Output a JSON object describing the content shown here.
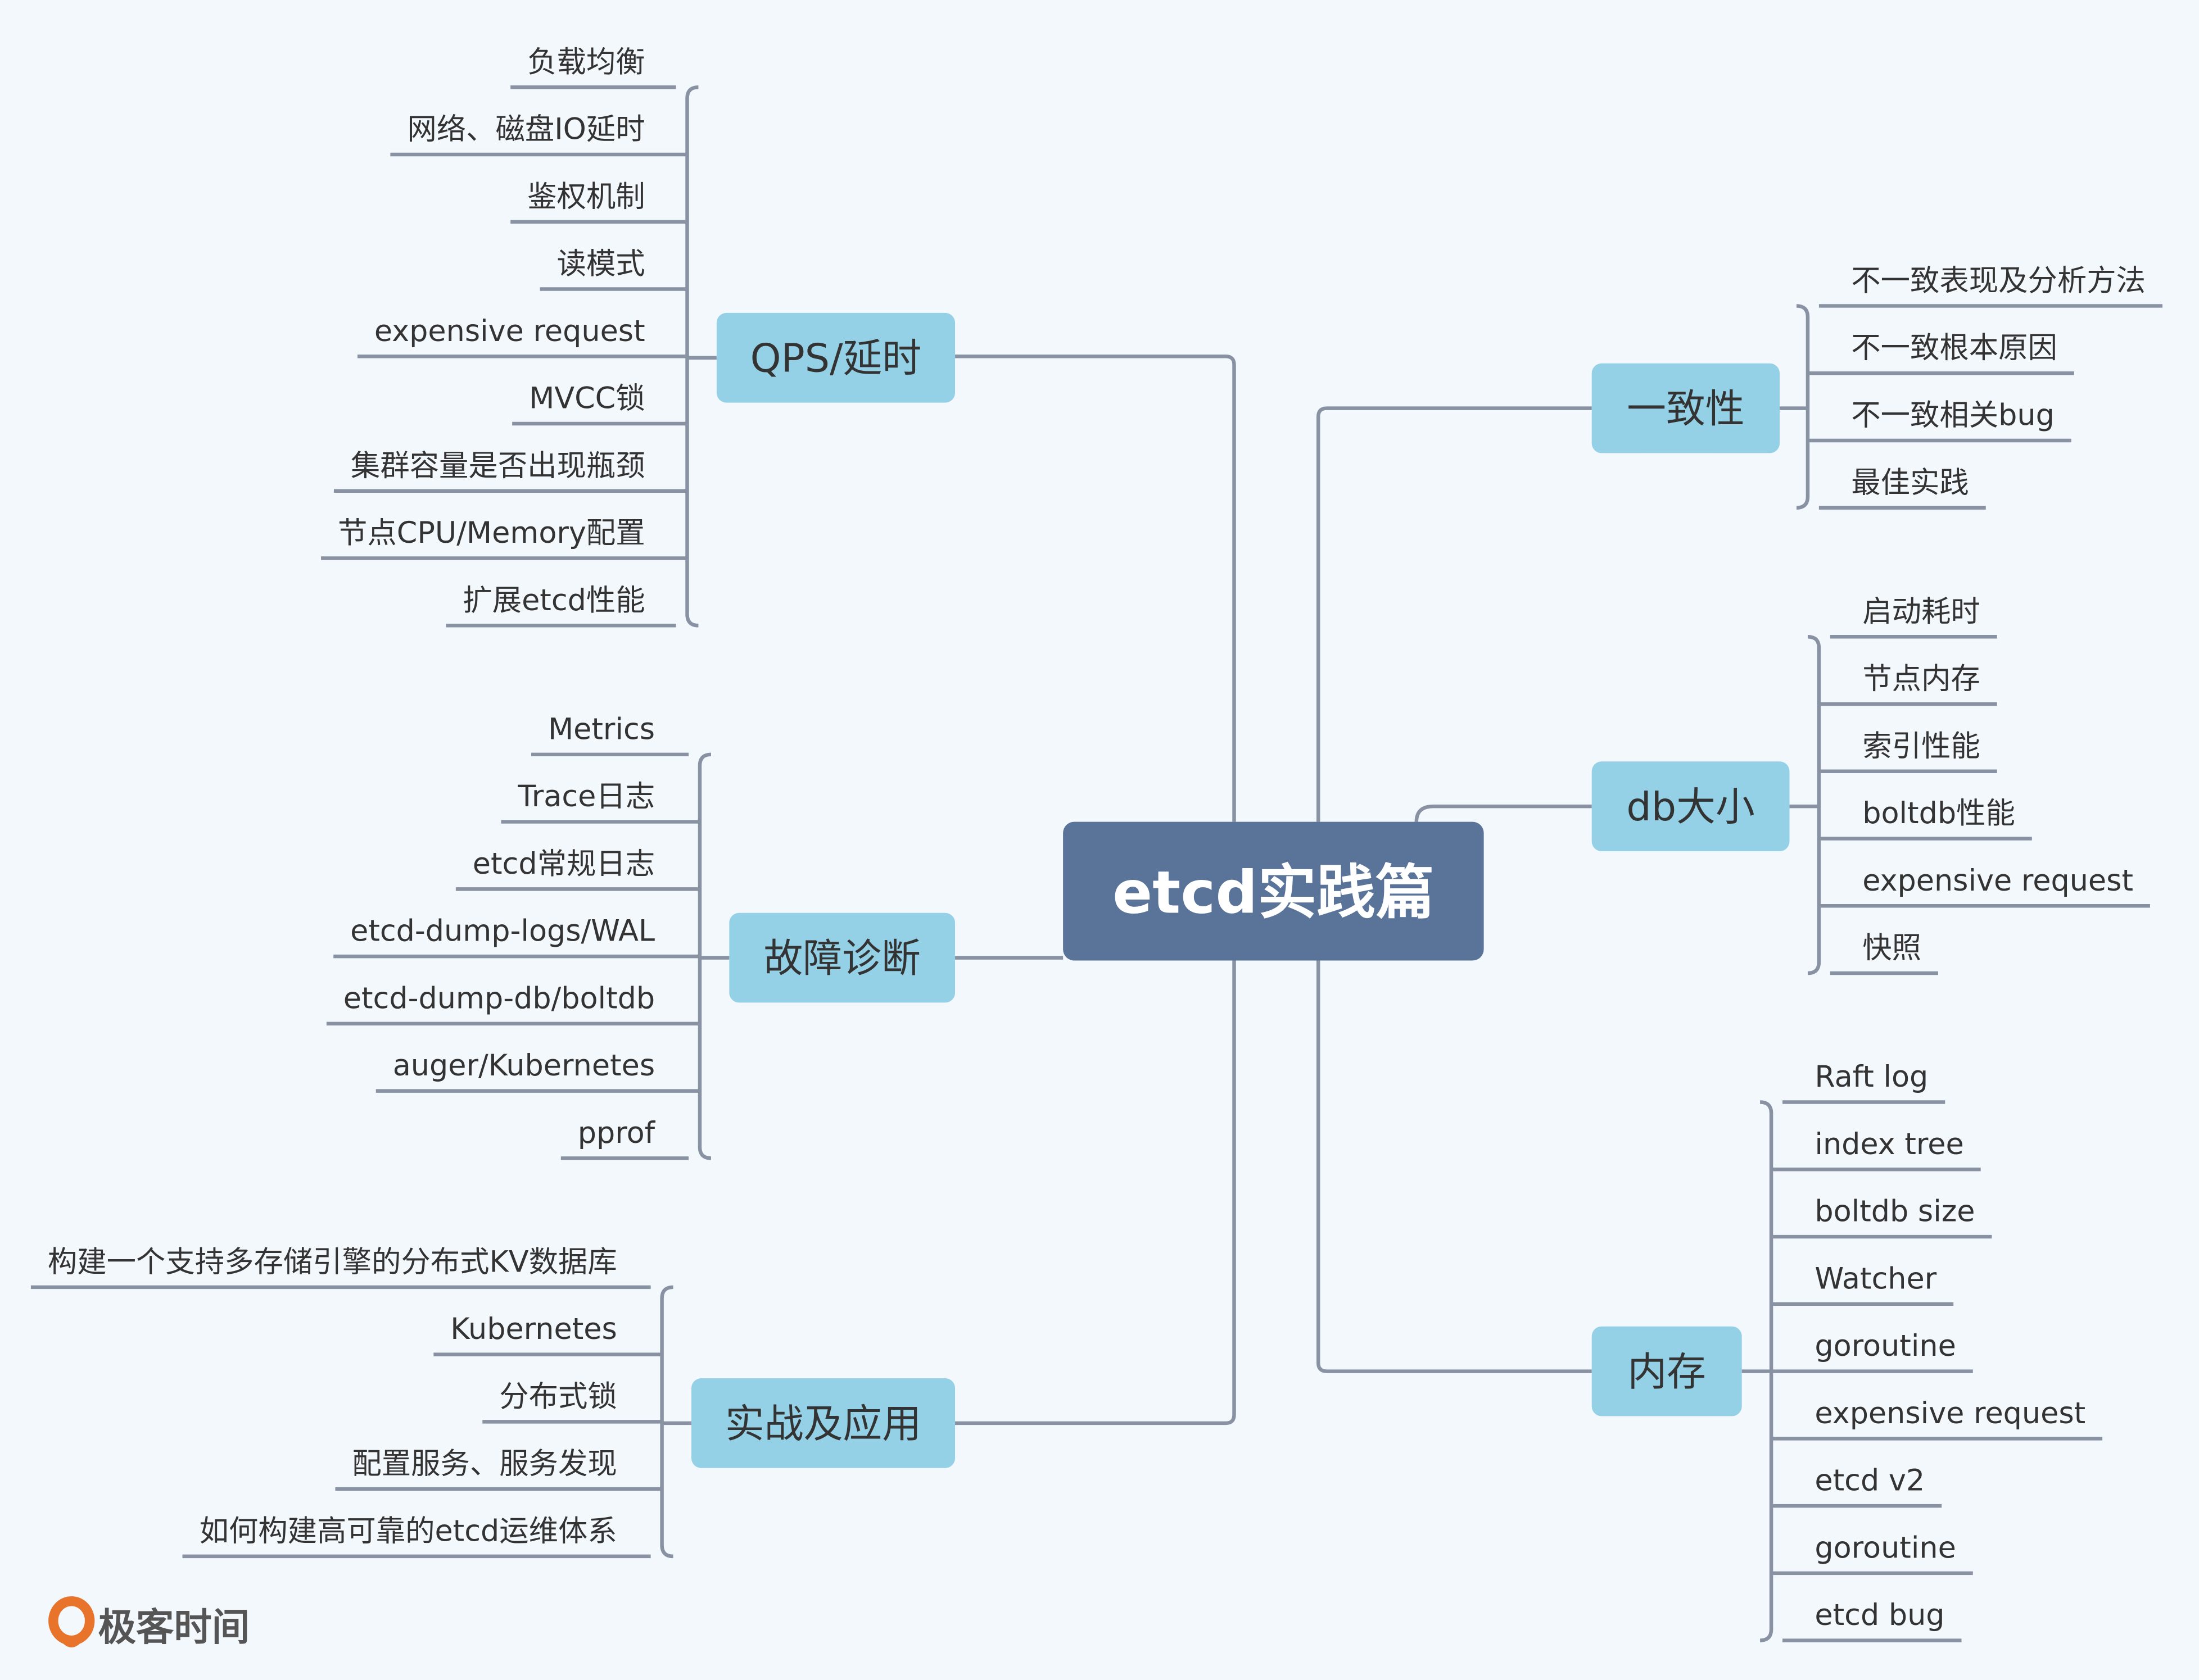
{
  "center": {
    "label": "etcd实践篇",
    "color": "#5a7399"
  },
  "node_color": "#94d0e6",
  "line_color": "#8892a3",
  "branches": [
    {
      "id": "qps",
      "label": "QPS/延时",
      "leaves": [
        "负载均衡",
        "网络、磁盘IO延时",
        "鉴权机制",
        "读模式",
        "expensive request",
        "MVCC锁",
        "集群容量是否出现瓶颈",
        "节点CPU/Memory配置",
        "扩展etcd性能"
      ]
    },
    {
      "id": "diagnosis",
      "label": "故障诊断",
      "leaves": [
        "Metrics",
        "Trace日志",
        "etcd常规日志",
        "etcd-dump-logs/WAL",
        "etcd-dump-db/boltdb",
        "auger/Kubernetes",
        "pprof"
      ]
    },
    {
      "id": "practice",
      "label": "实战及应用",
      "leaves": [
        "构建一个支持多存储引擎的分布式KV数据库",
        "Kubernetes",
        "分布式锁",
        "配置服务、服务发现",
        "如何构建高可靠的etcd运维体系"
      ]
    },
    {
      "id": "consistency",
      "label": "一致性",
      "leaves": [
        "不一致表现及分析方法",
        "不一致根本原因",
        "不一致相关bug",
        "最佳实践"
      ]
    },
    {
      "id": "dbsize",
      "label": "db大小",
      "leaves": [
        "启动耗时",
        "节点内存",
        "索引性能",
        "boltdb性能",
        "expensive request",
        "快照"
      ]
    },
    {
      "id": "memory",
      "label": "内存",
      "leaves": [
        "Raft log",
        "index tree",
        "boltdb size",
        "Watcher",
        "goroutine",
        "expensive request",
        "etcd v2",
        "goroutine",
        "etcd bug"
      ]
    }
  ],
  "brand": {
    "name": "极客时间",
    "icon": "geektime-logo-icon",
    "color": "#e8742c"
  }
}
